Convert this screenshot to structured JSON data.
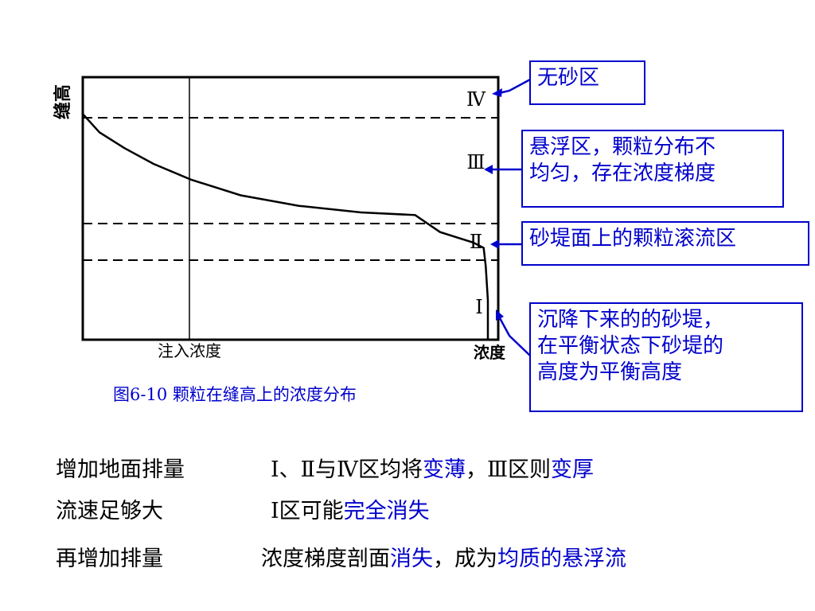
{
  "figure": {
    "y_axis_label": "缝高",
    "x_axis_label": "浓度",
    "injection_label": "注入浓度",
    "caption": "图6-10 颗粒在缝高上的浓度分布",
    "zones": [
      {
        "numeral": "Ⅳ",
        "callout_lines": [
          "无砂区"
        ]
      },
      {
        "numeral": "Ⅲ",
        "callout_lines": [
          "悬浮区，颗粒分布不",
          "均匀，存在浓度梯度"
        ]
      },
      {
        "numeral": "Ⅱ",
        "callout_lines": [
          "砂堤面上的颗粒滚流区"
        ]
      },
      {
        "numeral": "Ⅰ",
        "callout_lines": [
          "沉降下来的的砂堤，",
          "在平衡状态下砂堤的",
          "高度为平衡高度"
        ]
      }
    ],
    "curve_shape": [
      [
        0.0,
        0.86
      ],
      [
        0.04,
        0.79
      ],
      [
        0.1,
        0.73
      ],
      [
        0.17,
        0.67
      ],
      [
        0.26,
        0.61
      ],
      [
        0.38,
        0.55
      ],
      [
        0.52,
        0.51
      ],
      [
        0.67,
        0.485
      ],
      [
        0.8,
        0.475
      ],
      [
        0.86,
        0.41
      ],
      [
        0.94,
        0.37
      ],
      [
        0.965,
        0.35
      ],
      [
        0.97,
        0.28
      ],
      [
        0.975,
        0.15
      ],
      [
        0.975,
        0.0
      ]
    ]
  },
  "notes": [
    {
      "a": "增加地面排量",
      "b_parts": [
        {
          "text": "Ⅰ、Ⅱ与Ⅳ区均将",
          "hl": false
        },
        {
          "text": "变薄",
          "hl": true
        },
        {
          "text": "，Ⅲ区则",
          "hl": false
        },
        {
          "text": "变厚",
          "hl": true
        }
      ]
    },
    {
      "a": "流速足够大",
      "b_parts": [
        {
          "text": "Ⅰ区可能",
          "hl": false
        },
        {
          "text": "完全消失",
          "hl": true
        }
      ]
    },
    {
      "a": "再增加排量",
      "b_parts": [
        {
          "text": "浓度梯度剖面",
          "hl": false
        },
        {
          "text": "消失",
          "hl": true
        },
        {
          "text": "，成为",
          "hl": false
        },
        {
          "text": "均质的悬浮流",
          "hl": true
        }
      ]
    }
  ],
  "colors": {
    "accent": "#0000cc",
    "ink": "#000000"
  }
}
